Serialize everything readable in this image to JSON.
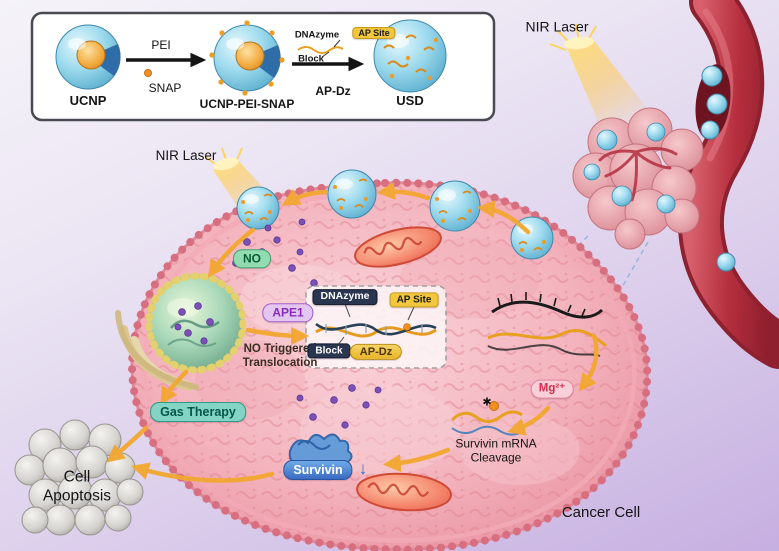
{
  "inset": {
    "ucnp_label": "UCNP",
    "pei_label": "PEI",
    "snap_label": "SNAP",
    "ucnp_pei_snap_label": "UCNP-PEI-SNAP",
    "dnazyme_label": "DNAzyme",
    "ap_site_label": "AP Site",
    "block_label": "Block",
    "ap_dz_label": "AP-Dz",
    "usd_label": "USD"
  },
  "scene": {
    "nir_laser_right": "NIR Laser",
    "nir_laser_cell": "NIR Laser",
    "no_badge": "NO",
    "ape1_badge": "APE1",
    "translocation_line1": "NO Triggered",
    "translocation_line2": "Translocation",
    "dnazyme_badge": "DNAzyme",
    "ap_site_badge": "AP Site",
    "block_badge": "Block",
    "ap_dz_badge": "AP-Dz",
    "mg_badge": "Mg²⁺",
    "cleavage_marker": "✱",
    "cleavage_line1": "Survivin mRNA",
    "cleavage_line2": "Cleavage",
    "survivin_badge": "Survivin",
    "survivin_down_arrow": "↓",
    "gas_therapy_badge": "Gas Therapy",
    "apoptosis_line1": "Cell",
    "apoptosis_line2": "Apoptosis",
    "cancer_cell_label": "Cancer Cell"
  },
  "colors": {
    "arrow_yellow": "#f2a730",
    "no_green": "#075e34",
    "ape1_purple": "#8a2bbe",
    "survivin_blue": "#3a6cc4",
    "mg_pink": "#d2304a",
    "gas_teal": "#07564a",
    "nanoparticle_blue": "#4fa6c8",
    "core_orange": "#f2a93c"
  }
}
